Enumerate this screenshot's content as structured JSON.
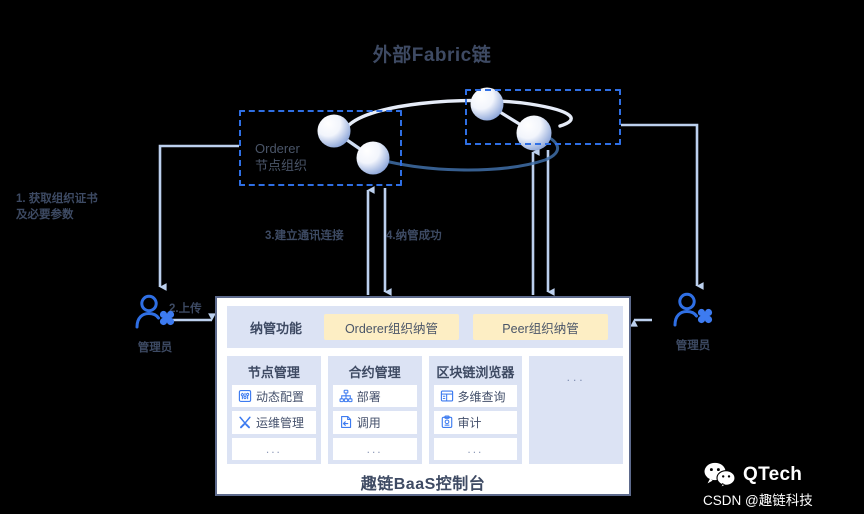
{
  "diagram": {
    "title": "外部Fabric链",
    "orderer_org_label": "Orderer\n节点组织",
    "orderer_org_line1": "Orderer",
    "orderer_org_line2": "节点组织",
    "steps": {
      "step1": "1. 获取组织证书\n及必要参数",
      "step1_line1": "1. 获取组织证书",
      "step1_line2": "及必要参数",
      "step2": "2.上传",
      "step3": "3.建立通讯连接",
      "step4": "4.纳管成功"
    },
    "admin_left_label": "管理员",
    "admin_right_label": "管理员"
  },
  "console": {
    "title": "趣链BaaS控制台",
    "mgmt_bar": {
      "label": "纳管功能",
      "pills": [
        "Orderer组织纳管",
        "Peer组织纳管"
      ]
    },
    "cards": [
      {
        "title": "节点管理",
        "rows": [
          {
            "icon": "sliders-icon",
            "label": "动态配置"
          },
          {
            "icon": "tools-icon",
            "label": "运维管理"
          }
        ],
        "more": "..."
      },
      {
        "title": "合约管理",
        "rows": [
          {
            "icon": "hierarchy-icon",
            "label": "部署"
          },
          {
            "icon": "invoke-icon",
            "label": "调用"
          }
        ],
        "more": "..."
      },
      {
        "title": "区块链浏览器",
        "rows": [
          {
            "icon": "query-icon",
            "label": "多维查询"
          },
          {
            "icon": "audit-icon",
            "label": "审计"
          }
        ],
        "more": "..."
      },
      {
        "title": "",
        "rows": [],
        "more": "..."
      }
    ]
  },
  "watermark": {
    "brand": "QTech",
    "sub": "CSDN @趣链科技"
  },
  "colors": {
    "accent_blue": "#2f6fe4",
    "pill_yellow": "#fdeec4",
    "card_bg": "#dce3f4",
    "text_dark": "#3e4a63",
    "arrow": "#bcd0ee",
    "background": "#000000"
  }
}
